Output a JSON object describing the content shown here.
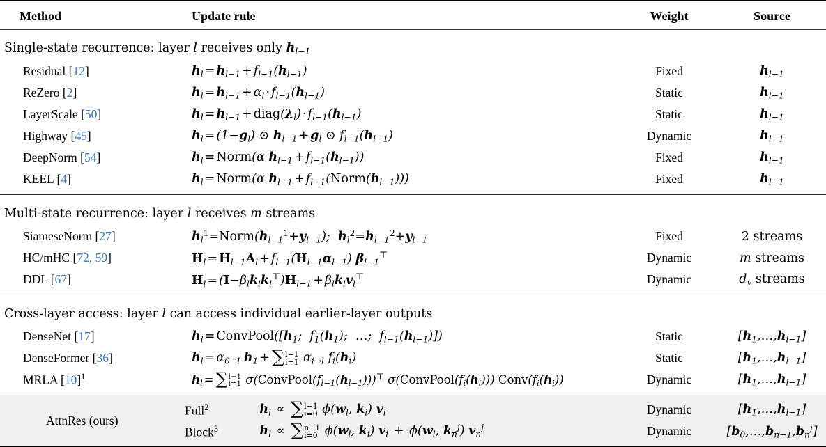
{
  "table": {
    "columns": [
      {
        "key": "method",
        "label": "Method",
        "align": "left"
      },
      {
        "key": "update_rule",
        "label": "Update rule",
        "align": "left"
      },
      {
        "key": "weight",
        "label": "Weight",
        "align": "center"
      },
      {
        "key": "source",
        "label": "Source",
        "align": "center"
      }
    ],
    "sections": [
      {
        "heading": "Single-state recurrence: layer l receives only h_{l-1}",
        "heading_plain": "Single-state recurrence: layer l receives only h l−1",
        "rows": [
          {
            "method": "Residual",
            "citation": "[12]",
            "cite_num": "12",
            "update_rule": "h_l = h_{l-1} + f_{l-1}(h_{l-1})",
            "weight": "Fixed",
            "source": "h_{l-1}"
          },
          {
            "method": "ReZero",
            "citation": "[2]",
            "cite_num": "2",
            "update_rule": "h_l = h_{l-1} + alpha_l · f_{l-1}(h_{l-1})",
            "weight": "Static",
            "source": "h_{l-1}"
          },
          {
            "method": "LayerScale",
            "citation": "[50]",
            "cite_num": "50",
            "update_rule": "h_l = h_{l-1} + diag(lambda_l) · f_{l-1}(h_{l-1})",
            "weight": "Static",
            "source": "h_{l-1}"
          },
          {
            "method": "Highway",
            "citation": "[45]",
            "cite_num": "45",
            "update_rule": "h_l = (1 − g_l) ⊙ h_{l-1} + g_l ⊙ f_{l-1}(h_{l-1})",
            "weight": "Dynamic",
            "source": "h_{l-1}"
          },
          {
            "method": "DeepNorm",
            "citation": "[54]",
            "cite_num": "54",
            "update_rule": "h_l = Norm(alpha h_{l-1} + f_{l-1}(h_{l-1}))",
            "weight": "Fixed",
            "source": "h_{l-1}"
          },
          {
            "method": "KEEL",
            "citation": "[4]",
            "cite_num": "4",
            "update_rule": "h_l = Norm(alpha h_{l-1} + f_{l-1}(Norm(h_{l-1})))",
            "weight": "Fixed",
            "source": "h_{l-1}"
          }
        ]
      },
      {
        "heading": "Multi-state recurrence: layer l receives m streams",
        "rows": [
          {
            "method": "SiameseNorm",
            "citation": "[27]",
            "cite_num": "27",
            "update_rule": "h_l^1 = Norm(h_{l-1}^1 + y_{l-1}); h_l^2 = h_{l-1}^2 + y_{l-1}",
            "weight": "Fixed",
            "source": "2 streams"
          },
          {
            "method": "HC/mHC",
            "citation": "[72, 59]",
            "cite_num": "72, 59",
            "update_rule": "H_l = H_{l-1} A_l + f_{l-1}(H_{l-1} alpha_{l-1}) beta_{l-1}^T",
            "weight": "Dynamic",
            "source": "m streams"
          },
          {
            "method": "DDL",
            "citation": "[67]",
            "cite_num": "67",
            "update_rule": "H_l = (I − beta_l k_l k_l^T) H_{l-1} + beta_l k_l v_l^T",
            "weight": "Dynamic",
            "source": "d_v streams"
          }
        ]
      },
      {
        "heading": "Cross-layer access: layer l can access individual earlier-layer outputs",
        "rows": [
          {
            "method": "DenseNet",
            "citation": "[17]",
            "cite_num": "17",
            "update_rule": "h_l = ConvPool([h_1; f_1(h_1); ...; f_{l-1}(h_{l-1})])",
            "weight": "Static",
            "source": "[h_1, ..., h_{l-1}]"
          },
          {
            "method": "DenseFormer",
            "citation": "[36]",
            "cite_num": "36",
            "update_rule": "h_l = alpha_{0→l} h_1 + sum_{i=1}^{l-1} alpha_{i→l} f_i(h_i)",
            "weight": "Static",
            "source": "[h_1, ..., h_{l-1}]"
          },
          {
            "method": "MRLA",
            "citation": "[10]",
            "cite_num": "10",
            "footnote": "1",
            "update_rule": "h_l = sum_{i=1}^{l-1} sigma(ConvPool(f_{l-1}(h_{l-1})))^T sigma(ConvPool(f_i(h_i))) Conv(f_i(h_i))",
            "weight": "Dynamic",
            "source": "[h_1, ..., h_{l-1}]"
          }
        ]
      }
    ],
    "ours": {
      "method": "AttnRes (ours)",
      "highlight_color": "#f0f0f0",
      "rows": [
        {
          "variant": "Full",
          "footnote": "2",
          "update_rule": "h_l ∝ sum_{i=0}^{l-1} phi(w_l, k_i) v_i",
          "weight": "Dynamic",
          "source": "[h_1, ..., h_{l-1}]"
        },
        {
          "variant": "Block",
          "footnote": "3",
          "update_rule": "h_l ∝ sum_{i=0}^{n-1} phi(w_l, k_i) v_i + phi(w_l, k_n^j) v_n^j",
          "weight": "Dynamic",
          "source": "[b_0, ..., b_{n-1}, b_n^j]"
        }
      ]
    },
    "citation_color": "#3478d8"
  }
}
